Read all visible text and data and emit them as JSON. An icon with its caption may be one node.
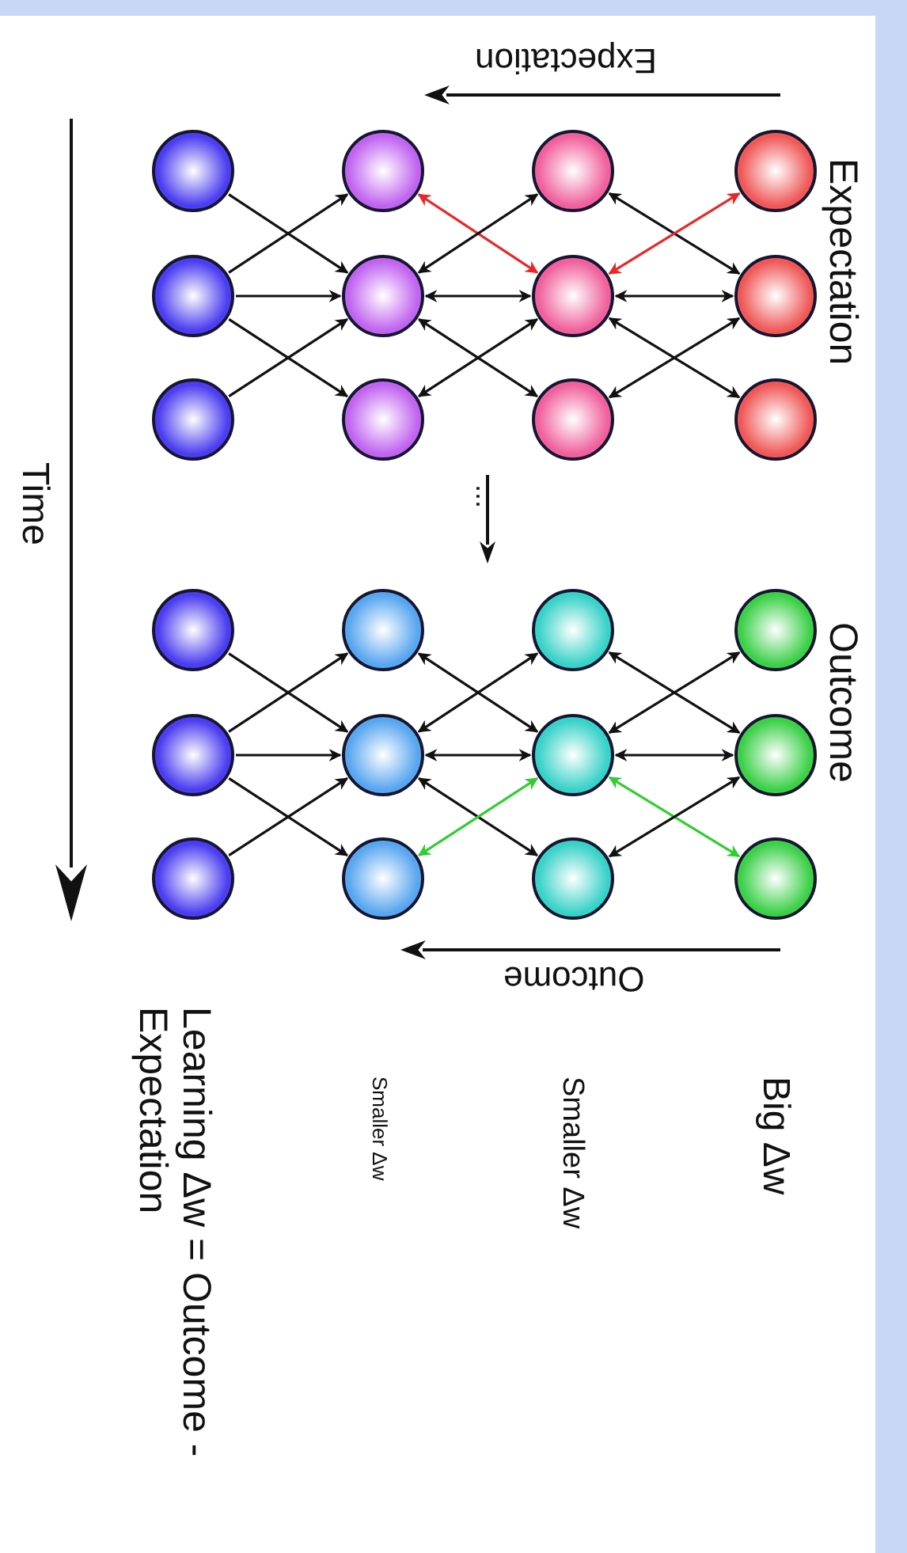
{
  "diagram": {
    "nodes": [
      {
        "text": [],
        "shape": "circle"
      },
      {
        "text": [],
        "shape": "circle"
      },
      {
        "text": [],
        "shape": "circle"
      },
      {
        "text": [],
        "shape": "circle"
      },
      {
        "text": [],
        "shape": "circle"
      },
      {
        "text": [],
        "shape": "circle"
      },
      {
        "text": [],
        "shape": "circle"
      },
      {
        "text": [],
        "shape": "circle"
      },
      {
        "text": [],
        "shape": "circle"
      },
      {
        "text": [],
        "shape": "circle"
      },
      {
        "text": [],
        "shape": "circle"
      },
      {
        "text": [],
        "shape": "circle"
      },
      {
        "text": [],
        "shape": "circle"
      },
      {
        "text": [],
        "shape": "circle"
      },
      {
        "text": [],
        "shape": "circle"
      },
      {
        "text": [],
        "shape": "circle"
      },
      {
        "text": [],
        "shape": "circle"
      },
      {
        "text": [],
        "shape": "circle"
      },
      {
        "text": [],
        "shape": "circle"
      },
      {
        "text": [],
        "shape": "circle"
      },
      {
        "text": [],
        "shape": "circle"
      },
      {
        "text": [],
        "shape": "circle"
      },
      {
        "text": [],
        "shape": "circle"
      },
      {
        "text": [],
        "shape": "circle"
      }
    ],
    "edges": [
      {
        "from": 0,
        "to": 4,
        "arrow": "to"
      },
      {
        "from": 1,
        "to": 3,
        "arrow": "to"
      },
      {
        "from": 1,
        "to": 4,
        "arrow": "to"
      },
      {
        "from": 1,
        "to": 5,
        "arrow": "to"
      },
      {
        "from": 2,
        "to": 4,
        "arrow": "to"
      },
      {
        "from": 3,
        "to": 7,
        "arrow": "both",
        "color": "#e82828"
      },
      {
        "from": 4,
        "to": 6,
        "arrow": "both"
      },
      {
        "from": 4,
        "to": 7,
        "arrow": "both"
      },
      {
        "from": 4,
        "to": 8,
        "arrow": "both"
      },
      {
        "from": 5,
        "to": 7,
        "arrow": "both"
      },
      {
        "from": 6,
        "to": 10,
        "arrow": "both"
      },
      {
        "from": 7,
        "to": 9,
        "arrow": "both",
        "color": "#e82828"
      },
      {
        "from": 7,
        "to": 10,
        "arrow": "both"
      },
      {
        "from": 7,
        "to": 11,
        "arrow": "both"
      },
      {
        "from": 8,
        "to": 10,
        "arrow": "both"
      },
      {
        "from": 12,
        "to": 16,
        "arrow": "to"
      },
      {
        "from": 13,
        "to": 15,
        "arrow": "to"
      },
      {
        "from": 13,
        "to": 16,
        "arrow": "to"
      },
      {
        "from": 13,
        "to": 17,
        "arrow": "to"
      },
      {
        "from": 14,
        "to": 16,
        "arrow": "to"
      },
      {
        "from": 15,
        "to": 19,
        "arrow": "both"
      },
      {
        "from": 16,
        "to": 18,
        "arrow": "both"
      },
      {
        "from": 16,
        "to": 19,
        "arrow": "both"
      },
      {
        "from": 16,
        "to": 20,
        "arrow": "both"
      },
      {
        "from": 17,
        "to": 19,
        "arrow": "both",
        "color": "#33cc33"
      },
      {
        "from": 18,
        "to": 22,
        "arrow": "both"
      },
      {
        "from": 19,
        "to": 21,
        "arrow": "both"
      },
      {
        "from": 19,
        "to": 22,
        "arrow": "both"
      },
      {
        "from": 19,
        "to": 23,
        "arrow": "both",
        "color": "#33cc33"
      },
      {
        "from": 20,
        "to": 22,
        "arrow": "both"
      }
    ],
    "labels": [
      "Expectation",
      "Expectation",
      "Time",
      "...",
      "Outcome",
      "Outcome",
      "Big Δw",
      "Smaller Δw",
      "Smaller Δw",
      "Learning Δw = Outcome - Expectation"
    ]
  }
}
